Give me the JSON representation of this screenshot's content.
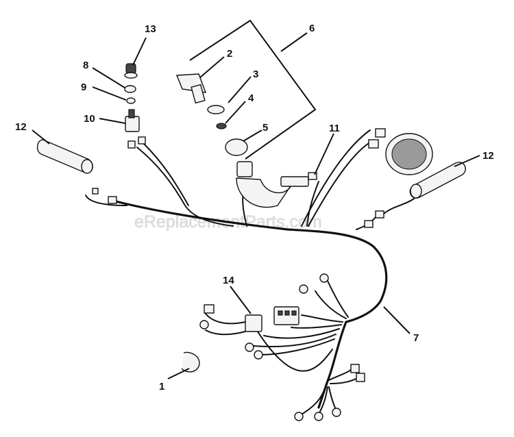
{
  "watermark": "eReplacementParts.com",
  "callouts": {
    "c1": "1",
    "c2": "2",
    "c3": "3",
    "c4": "4",
    "c5": "5",
    "c6": "6",
    "c7": "7",
    "c8": "8",
    "c9": "9",
    "c10": "10",
    "c11": "11",
    "c12a": "12",
    "c12b": "12",
    "c13": "13",
    "c14": "14"
  }
}
